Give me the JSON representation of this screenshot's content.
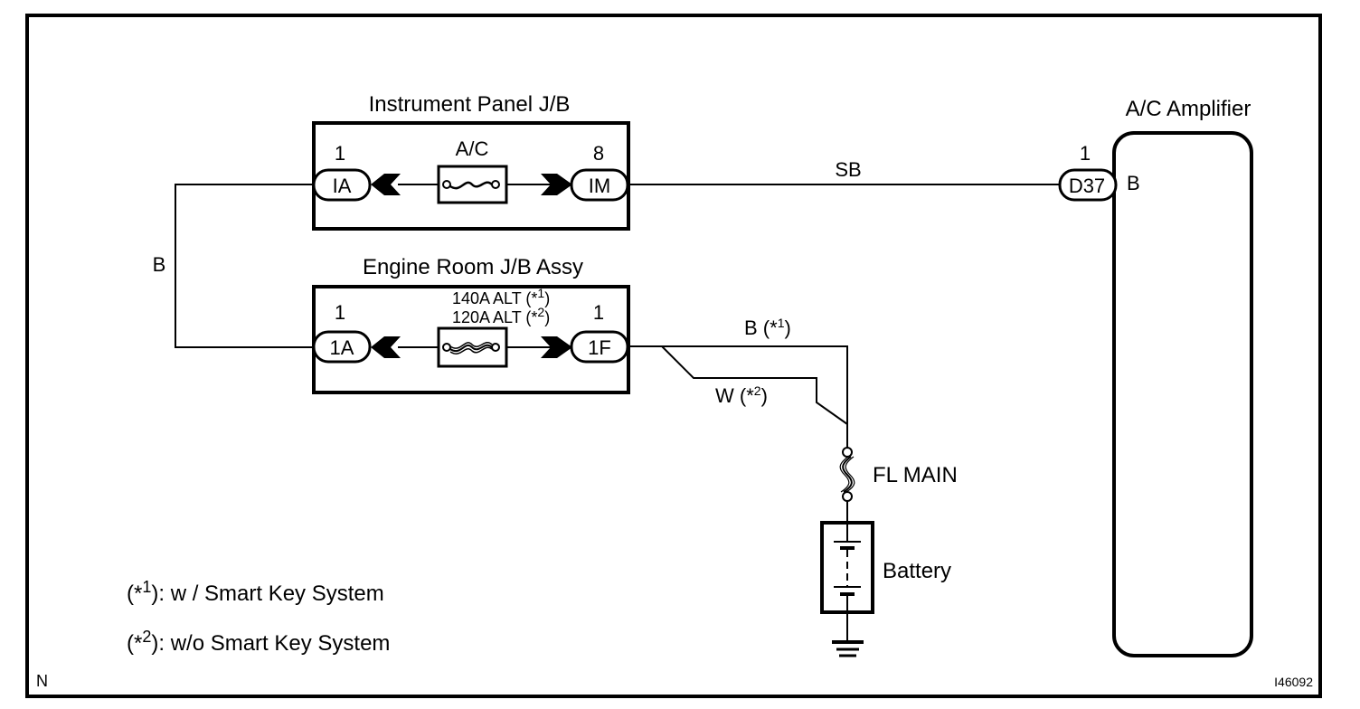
{
  "diagram": {
    "figure_id": "I46092",
    "corner_mark": "N",
    "instrument_panel_jb": {
      "title": "Instrument Panel J/B",
      "fuse_label": "A/C",
      "left_connector": {
        "name": "IA",
        "pin": "1"
      },
      "right_connector": {
        "name": "IM",
        "pin": "8"
      }
    },
    "engine_room_jb": {
      "title": "Engine Room J/B Assy",
      "fuse_label_1": "140A ALT (*1)",
      "fuse_label_2": "120A ALT (*2)",
      "fuse_label_1_main": "140A ALT (*",
      "fuse_label_1_sup": "1",
      "fuse_label_2_main": "120A ALT (*",
      "fuse_label_2_sup": "2",
      "left_connector": {
        "name": "1A",
        "pin": "1"
      },
      "right_connector": {
        "name": "1F",
        "pin": "1"
      }
    },
    "ac_amplifier": {
      "title": "A/C Amplifier",
      "connector": {
        "name": "D37",
        "pin": "1"
      },
      "terminal": "B"
    },
    "wires": {
      "jb_link": "B",
      "to_amplifier": "SB",
      "variant_1": {
        "main": "B (*",
        "sup": "1",
        "full": "B (*1)"
      },
      "variant_2": {
        "main": "W (*",
        "sup": "2",
        "full": "W (*2)"
      }
    },
    "fl_main": "FL MAIN",
    "battery": "Battery",
    "legend": [
      {
        "mark": "1",
        "text": "): w / Smart Key System",
        "full": "(*1): w / Smart Key System"
      },
      {
        "mark": "2",
        "text": "): w/o Smart Key System",
        "full": "(*2): w/o Smart Key System"
      }
    ],
    "legend_prefix": "(*"
  }
}
